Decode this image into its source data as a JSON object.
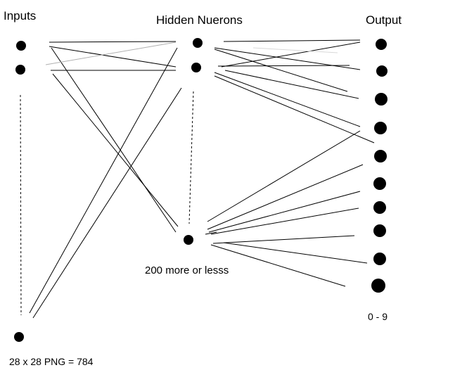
{
  "labels": {
    "inputs": "Inputs",
    "hidden": "Hidden Nuerons",
    "output": "Output",
    "hidden_count": "200 more or lesss",
    "output_range": "0 - 9",
    "input_count": "28 x 28 PNG = 784"
  },
  "layers": {
    "input_visible_nodes": 3,
    "hidden_visible_nodes": 3,
    "output_nodes": 10
  },
  "colors": {
    "line": "#000000",
    "faint_line": "#b0b0b0",
    "node": "#000000"
  }
}
